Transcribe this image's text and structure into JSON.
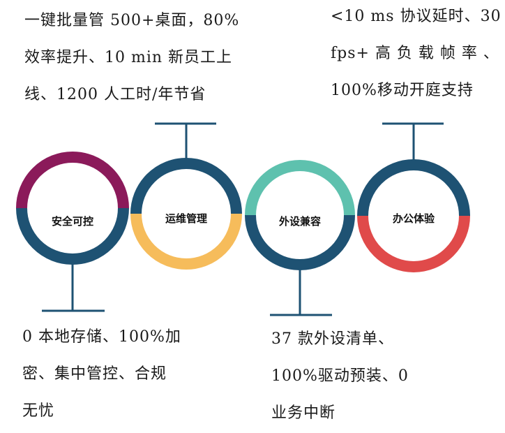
{
  "colors": {
    "navy": "#1e5273",
    "purple": "#8b1a5a",
    "yellow": "#f6bc5b",
    "teal": "#5ec1ae",
    "red": "#e04a4a",
    "text": "#1a1a1a"
  },
  "pillars": [
    {
      "label": "安全可控",
      "top_color": "#8b1a5a",
      "bottom_color": "#1e5273"
    },
    {
      "label": "运维管理",
      "top_color": "#1e5273",
      "bottom_color": "#f6bc5b"
    },
    {
      "label": "外设兼容",
      "top_color": "#5ec1ae",
      "bottom_color": "#1e5273"
    },
    {
      "label": "办公体验",
      "top_color": "#1e5273",
      "bottom_color": "#e04a4a"
    }
  ],
  "descriptions": {
    "ops": [
      "一键批量管 500+桌面，80%",
      "效率提升、10 min 新员工上",
      "线、1200 人工时/年节省"
    ],
    "experience": [
      "<10 ms 协议延时、30",
      "fps+ 高 负 载 帧 率 、",
      "100%移动开庭支持"
    ],
    "security": [
      "0 本地存储、100%加",
      "密、集中管控、合规",
      "无忧"
    ],
    "peripherals": [
      "37 款外设清单、",
      "100%驱动预装、0",
      "业务中断"
    ]
  }
}
